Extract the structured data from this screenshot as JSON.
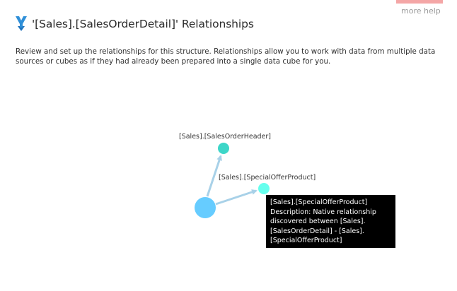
{
  "help": {
    "label": "more help"
  },
  "header": {
    "icon": "relationship-funnel-icon",
    "title": "'[Sales].[SalesOrderDetail]' Relationships"
  },
  "description": "Review and set up the relationships for this structure. Relationships allow you to work with data from multiple data sources or cubes as if they had already been prepared into a single data cube for you.",
  "graph": {
    "nodes": [
      {
        "id": "main",
        "label": "",
        "color": "#66ccff"
      },
      {
        "id": "header",
        "label": "[Sales].[SalesOrderHeader]",
        "color": "#3dd6c8"
      },
      {
        "id": "special",
        "label": "[Sales].[SpecialOfferProduct]",
        "color": "#66ffee"
      }
    ],
    "edge_color": "#a8d1e8",
    "tooltip": {
      "lines": [
        "[Sales].[SpecialOfferProduct]",
        "Description: Native relationship discovered between [Sales].[SalesOrderDetail] - [Sales].[SpecialOfferProduct]"
      ]
    }
  },
  "colors": {
    "accent": "#f4a6a6",
    "icon": "#2f8fd8"
  }
}
